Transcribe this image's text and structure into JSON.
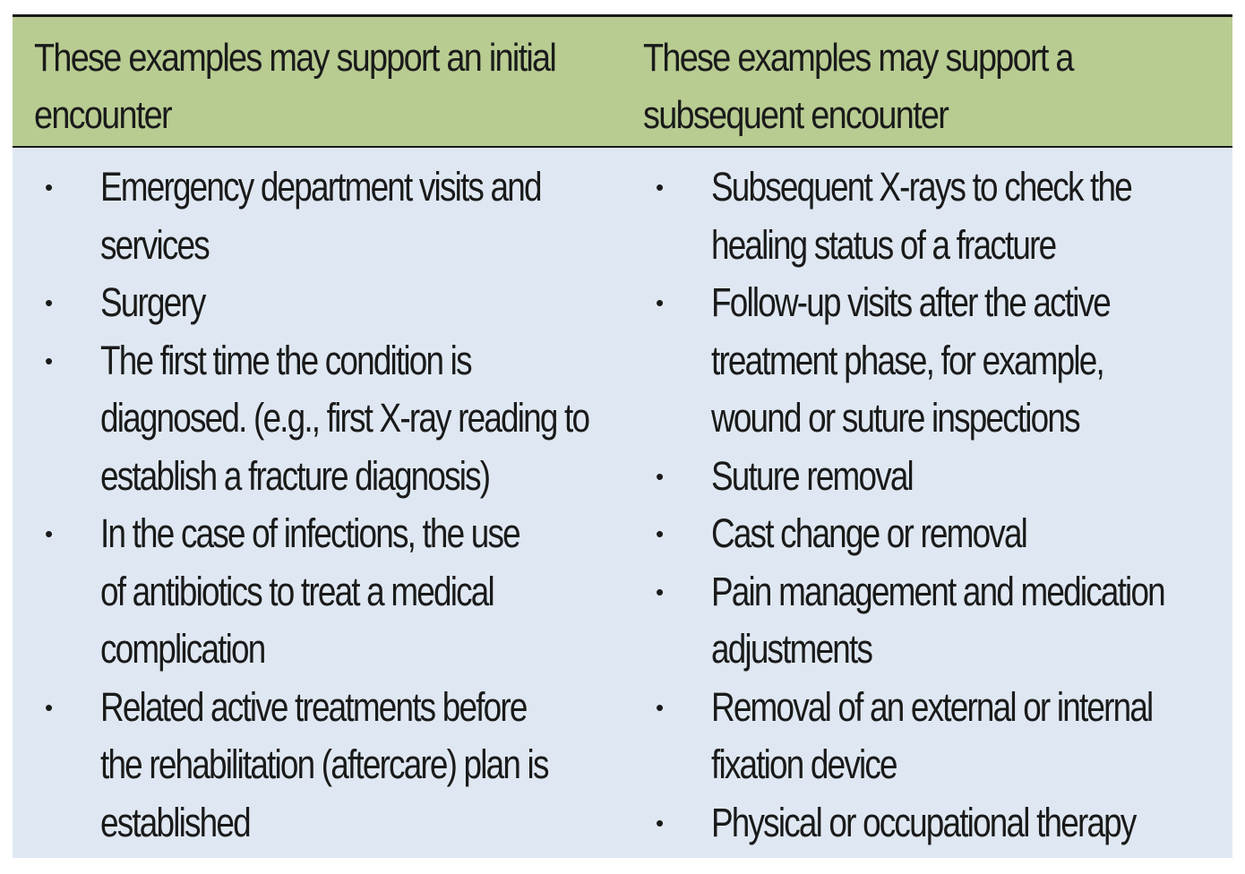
{
  "header": {
    "left_line1": "These examples may support an initial",
    "left_line2": "encounter",
    "right_line1": "These examples may support a",
    "right_line2": "subsequent encounter"
  },
  "left_items": [
    [
      "Emergency department visits and",
      "services"
    ],
    [
      "Surgery"
    ],
    [
      "The first time the condition is",
      "diagnosed. (e.g., first X-ray reading to",
      "establish a fracture diagnosis)"
    ],
    [
      "In the case of infections, the use",
      "of antibiotics to treat a medical",
      "complication"
    ],
    [
      "Related active treatments before",
      "the rehabilitation (aftercare) plan is",
      "established"
    ]
  ],
  "right_items": [
    [
      "Subsequent X-rays to check the",
      "healing status of a fracture"
    ],
    [
      "Follow-up visits after the active",
      "treatment phase, for example,",
      "wound or suture inspections"
    ],
    [
      "Suture removal"
    ],
    [
      "Cast change or removal"
    ],
    [
      "Pain management and medication",
      "adjustments"
    ],
    [
      "Removal of an external or internal",
      "fixation device"
    ],
    [
      "Physical or occupational therapy"
    ]
  ],
  "bullet_glyph": "•",
  "colors": {
    "header_bg": "#b8cc92",
    "body_bg": "#dfe8f2",
    "rule": "#1a1a1a"
  }
}
